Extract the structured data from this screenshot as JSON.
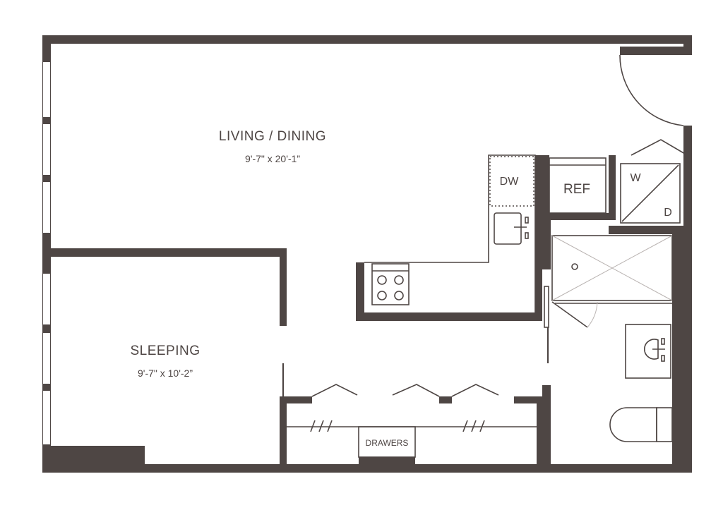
{
  "rooms": {
    "living": {
      "name": "LIVING / DINING",
      "dims": "9'-7\" x 20'-1”"
    },
    "sleeping": {
      "name": "SLEEPING",
      "dims": "9'-7\" x 10'-2”"
    }
  },
  "fixtures": {
    "dishwasher": "DW",
    "refrigerator": "REF",
    "washer": "W",
    "dryer": "D",
    "drawers": "DRAWERS"
  }
}
